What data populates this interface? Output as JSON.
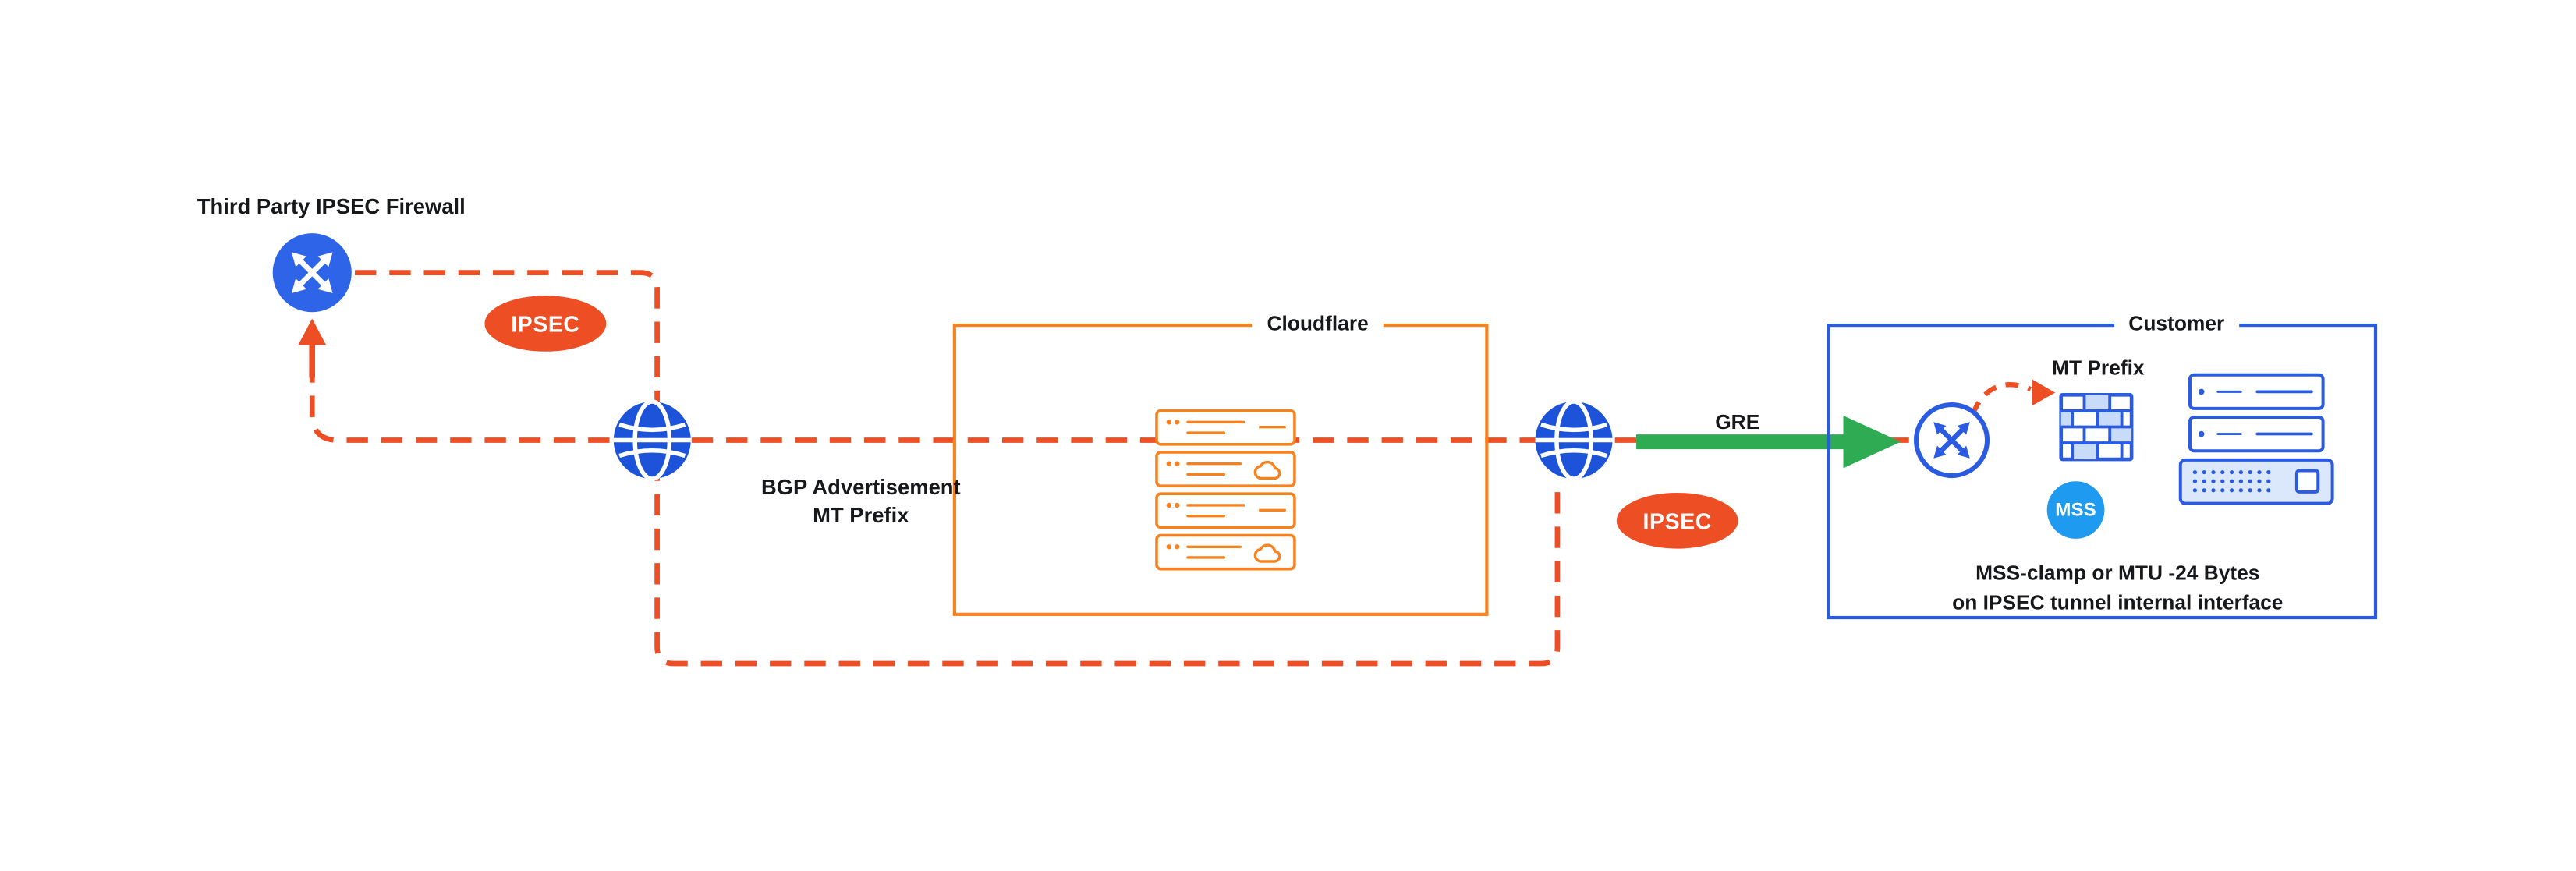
{
  "colors": {
    "red": "#ee4e23",
    "orange": "#f6821f",
    "blue": "#2a5be0",
    "globe-blue": "#1d53d8",
    "router-blue": "#2e65e8",
    "green": "#2fab53",
    "mss-blue": "#1e9bf0",
    "text": "#17181a"
  },
  "labels": {
    "third_party_firewall": "Third Party IPSEC Firewall",
    "ipsec_left": "IPSEC",
    "ipsec_right": "IPSEC",
    "gre": "GRE",
    "bgp_line1": "BGP Advertisement",
    "bgp_line2": "MT Prefix",
    "cloudflare_box": "Cloudflare",
    "customer_box": "Customer",
    "customer_mt_prefix": "MT Prefix",
    "mss_badge": "MSS",
    "customer_note_line1": "MSS-clamp or MTU -24 Bytes",
    "customer_note_line2": "on IPSEC tunnel internal interface"
  },
  "icons": {
    "third_party_router": "router-icon",
    "internet_left": "globe-icon",
    "internet_right": "globe-icon",
    "customer_router": "router-icon",
    "customer_firewall": "firewall-bricks-icon",
    "cloudflare_servers": "server-stack-icon",
    "customer_servers": "server-stack-icon",
    "gre_arrow": "gre-arrow-icon",
    "ipsec_up_arrow": "up-arrow-icon",
    "mt_prefix_arrow": "right-arrow-icon"
  }
}
